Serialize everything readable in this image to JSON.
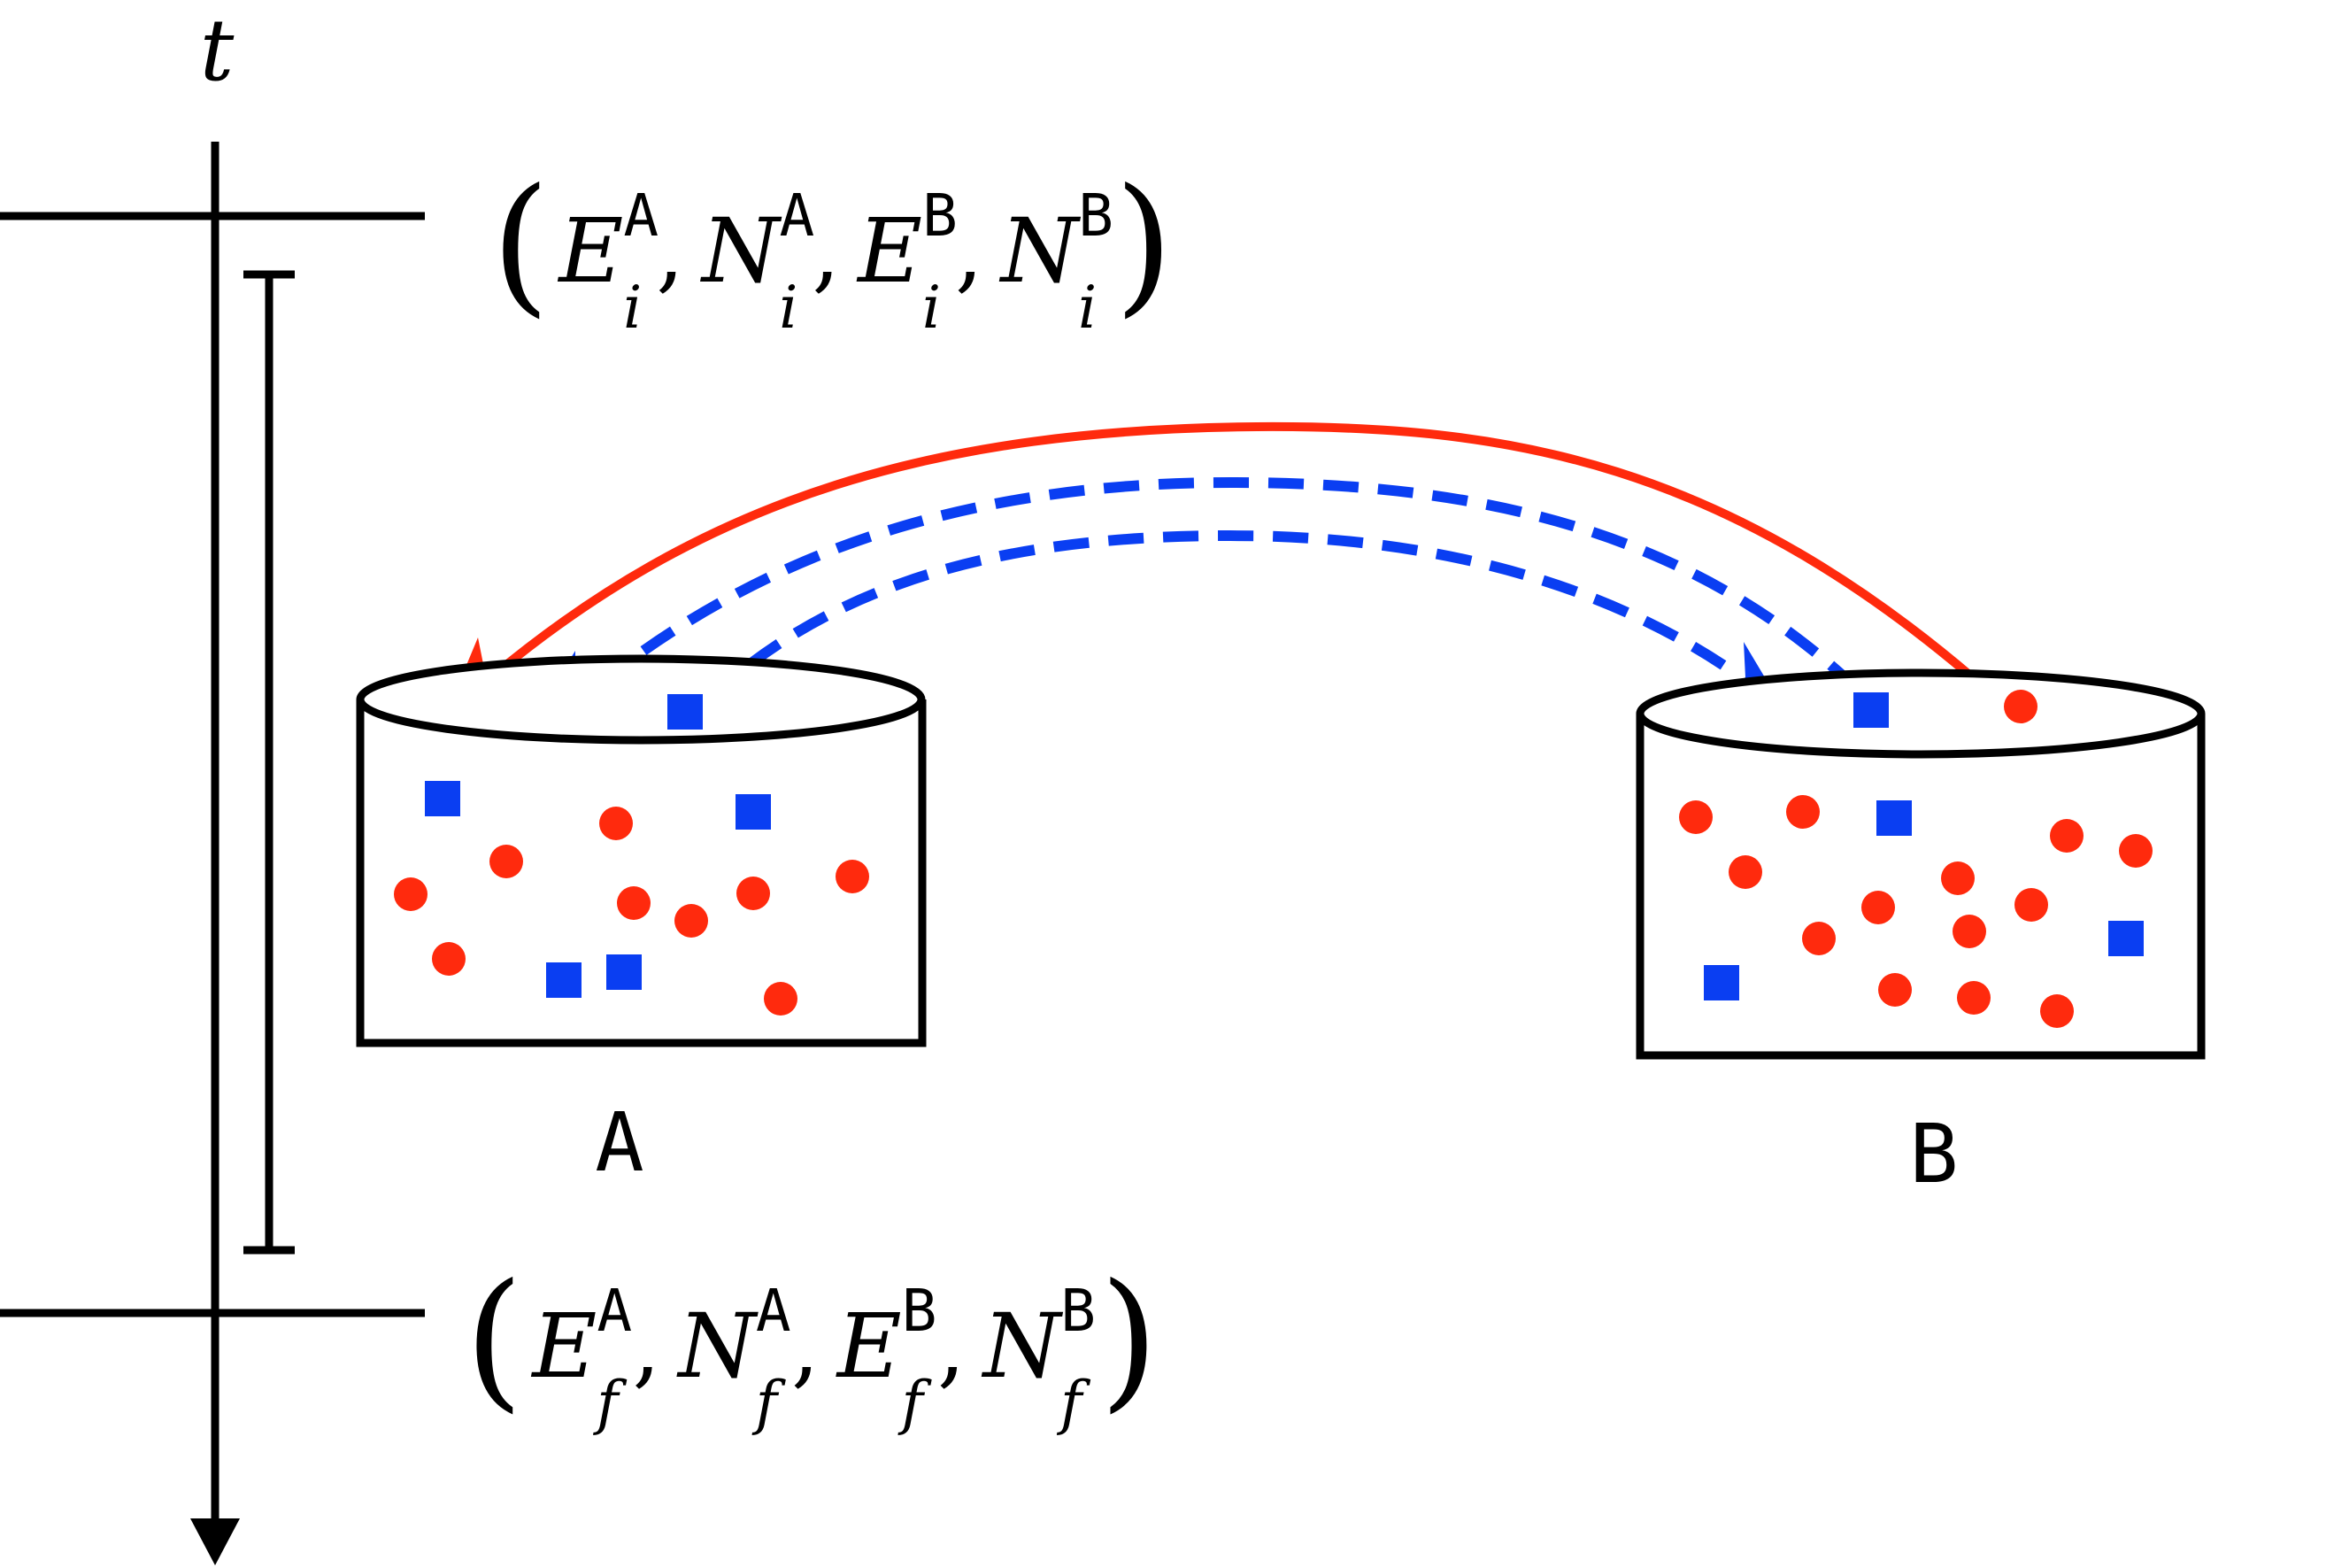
{
  "axis": {
    "label": "t"
  },
  "colors": {
    "ink": "#000000",
    "red": "#ff2a0d",
    "blue": "#0a3ef2"
  },
  "states": {
    "initial": {
      "open": "(",
      "close": ")",
      "sep": ",",
      "terms": [
        {
          "base": "E",
          "sub": "i",
          "sup": "A"
        },
        {
          "base": "N",
          "sub": "i",
          "sup": "A"
        },
        {
          "base": "E",
          "sub": "i",
          "sup": "B"
        },
        {
          "base": "N",
          "sub": "i",
          "sup": "B"
        }
      ]
    },
    "final": {
      "open": "(",
      "close": ")",
      "sep": ",",
      "terms": [
        {
          "base": "E",
          "sub": "f",
          "sup": "A"
        },
        {
          "base": "N",
          "sub": "f",
          "sup": "A"
        },
        {
          "base": "E",
          "sub": "f",
          "sup": "B"
        },
        {
          "base": "N",
          "sub": "f",
          "sup": "B"
        }
      ]
    }
  },
  "reservoirs": {
    "A": {
      "label": "A"
    },
    "B": {
      "label": "B"
    }
  }
}
